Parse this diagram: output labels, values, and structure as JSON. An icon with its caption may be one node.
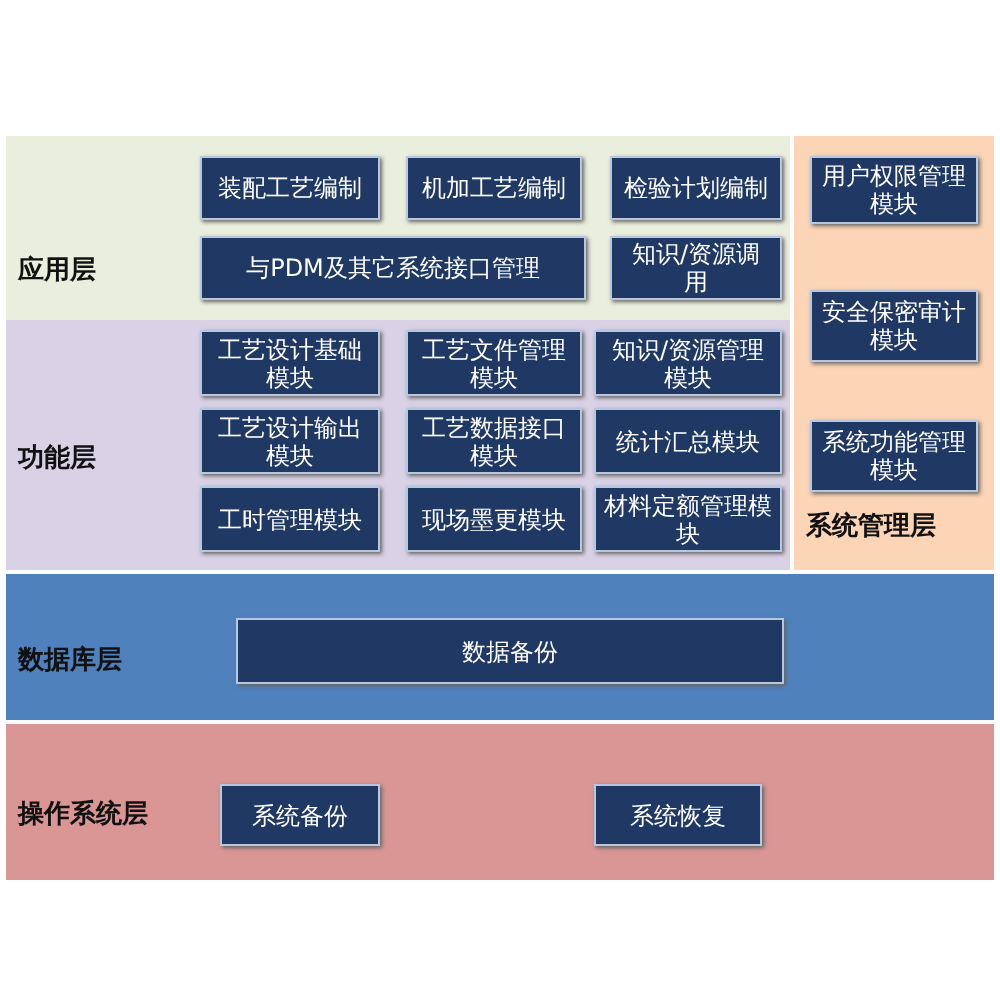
{
  "diagram": {
    "nodes": [
      {
        "text": [
          "应用层"
        ]
      },
      {
        "text": [
          "装配工艺编制"
        ],
        "in": 0
      },
      {
        "text": [
          "机加工艺编制"
        ],
        "in": 0
      },
      {
        "text": [
          "检验计划编制"
        ],
        "in": 0
      },
      {
        "text": [
          "与PDM及其它系统接口管理"
        ],
        "in": 0
      },
      {
        "text": [
          "知识/资源调用"
        ],
        "in": 0
      },
      {
        "text": [
          "系统管理层"
        ]
      },
      {
        "text": [
          "用户权限管理模块"
        ],
        "in": 6
      },
      {
        "text": [
          "安全保密审计模块"
        ],
        "in": 6
      },
      {
        "text": [
          "系统功能管理模块"
        ],
        "in": 6
      },
      {
        "text": [
          "功能层"
        ]
      },
      {
        "text": [
          "工艺设计基础模块"
        ],
        "in": 10
      },
      {
        "text": [
          "工艺文件管理模块"
        ],
        "in": 10
      },
      {
        "text": [
          "知识/资源管理模块"
        ],
        "in": 10
      },
      {
        "text": [
          "工艺设计输出模块"
        ],
        "in": 10
      },
      {
        "text": [
          "工艺数据接口模块"
        ],
        "in": 10
      },
      {
        "text": [
          "统计汇总模块"
        ],
        "in": 10
      },
      {
        "text": [
          "工时管理模块"
        ],
        "in": 10
      },
      {
        "text": [
          "现场墨更模块"
        ],
        "in": 10
      },
      {
        "text": [
          "材料定额管理模块"
        ],
        "in": 10
      },
      {
        "text": [
          "数据库层"
        ]
      },
      {
        "text": [
          "数据备份"
        ],
        "in": 20
      },
      {
        "text": [
          "操作系统层"
        ]
      },
      {
        "text": [
          "系统备份"
        ],
        "in": 22
      },
      {
        "text": [
          "系统恢复"
        ],
        "in": 22
      }
    ]
  }
}
